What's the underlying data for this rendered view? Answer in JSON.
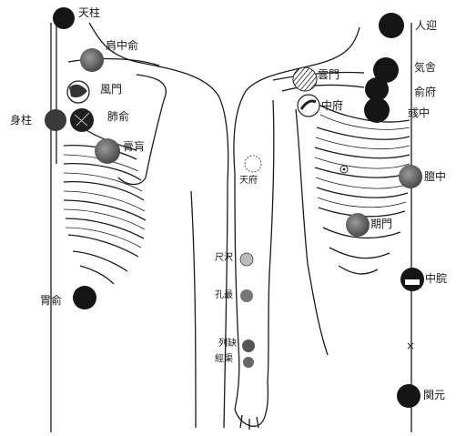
{
  "diagram": {
    "colors": {
      "ink": "#1b1b1b",
      "dot_dark": "#151515",
      "dot_gray": "#6a6a6a",
      "paper": "#ffffff"
    },
    "left_figure": {
      "labels": {
        "tianzhu": "天柱",
        "jianzhongshu": "肩中俞",
        "fengmen": "風門",
        "shenzhu": "身柱",
        "feishu": "肺俞",
        "gaohuang": "膏肓",
        "weishu": "胃俞"
      }
    },
    "right_figure": {
      "labels": {
        "renying": "人迎",
        "qishe": "気舎",
        "shufu": "俞府",
        "yuzhong": "彧中",
        "yunmen": "雲門",
        "zhongfu": "中府",
        "tianfu": "天府",
        "shanzhong": "膻中",
        "qimen": "期門",
        "chize": "尺沢",
        "kongzui": "孔最",
        "lieque": "列缺",
        "jingqu": "經渠",
        "zhongwan": "中脘",
        "guanyuan": "関元"
      }
    }
  }
}
